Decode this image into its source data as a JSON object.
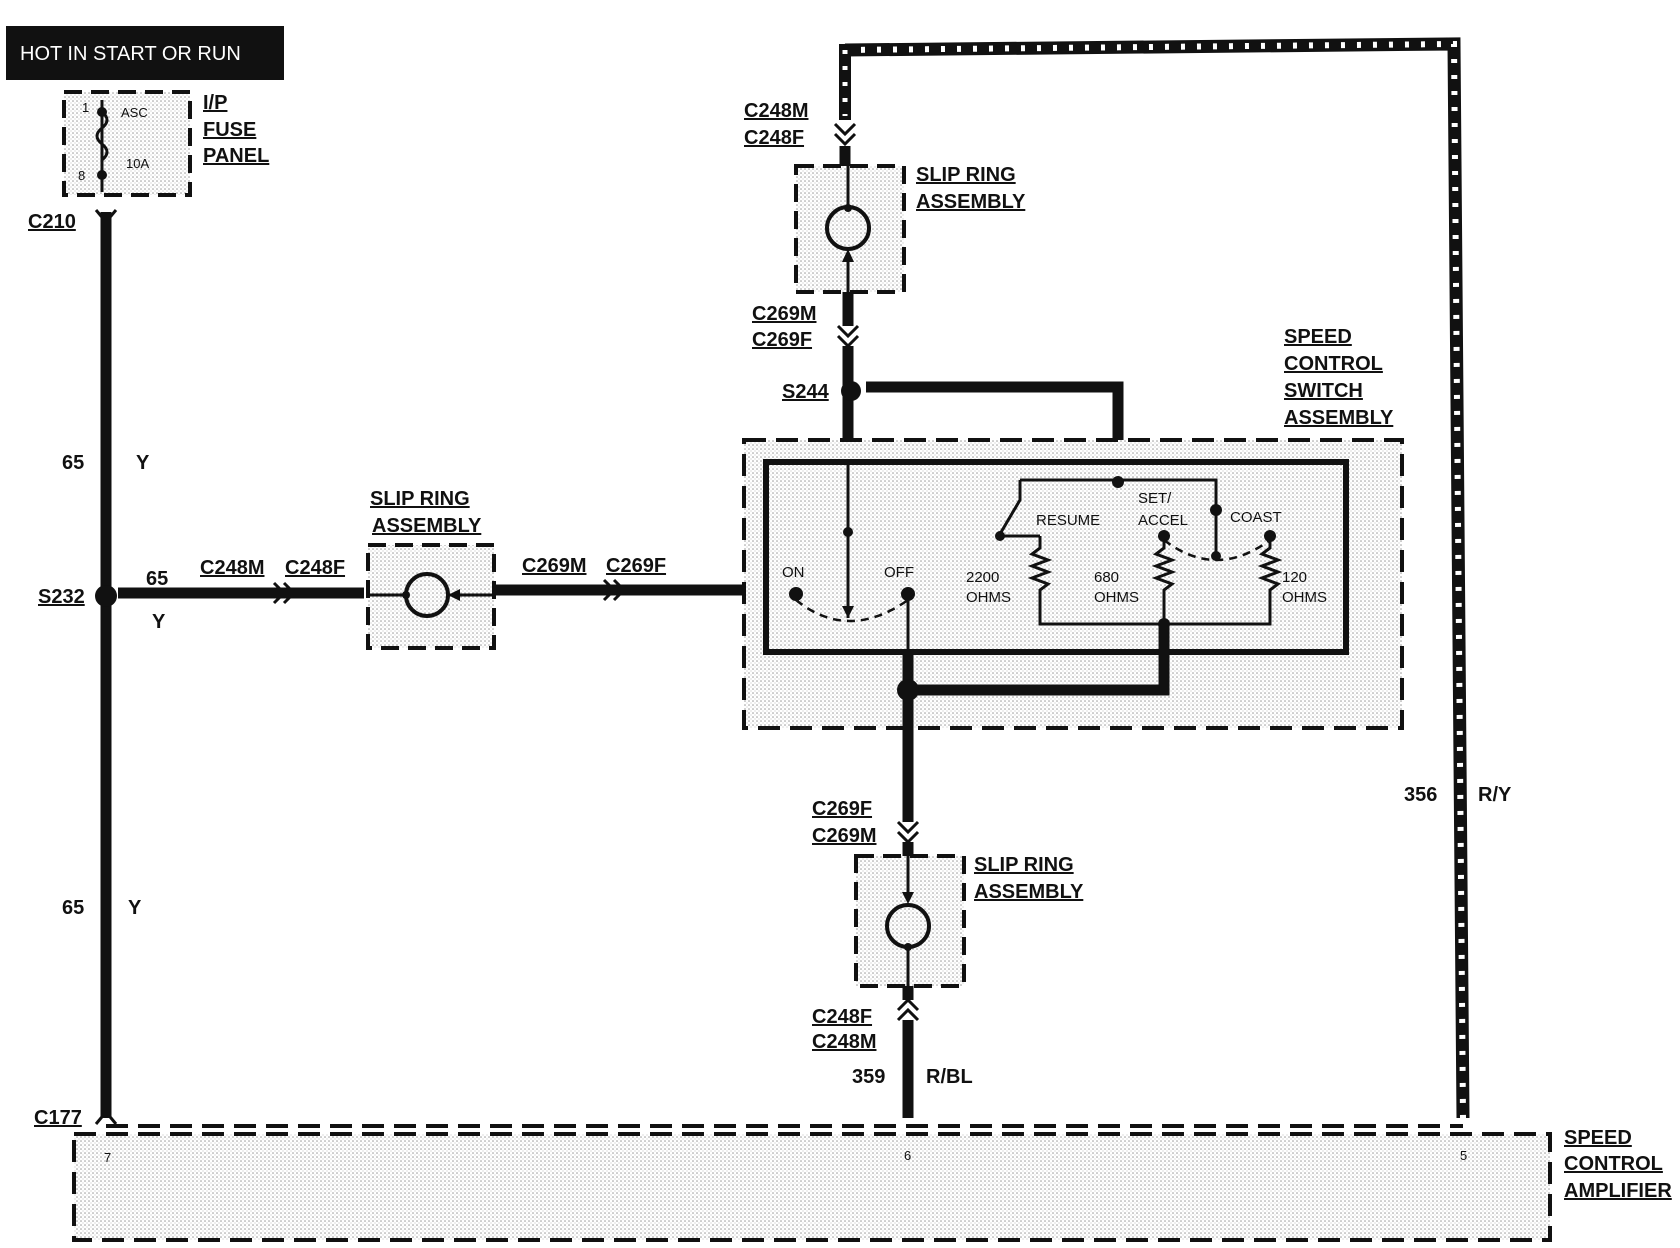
{
  "header": {
    "hot_label": "HOT IN START OR RUN"
  },
  "fuse_panel": {
    "title_lines": [
      "I/P",
      "FUSE",
      "PANEL"
    ],
    "pin_top": "1",
    "pin_bottom": "8",
    "fuse_name": "ASC",
    "fuse_rating": "10A"
  },
  "connectors": {
    "c210": "C210",
    "s232": "S232",
    "c177": "C177",
    "s244": "S244",
    "top_c248m": "C248M",
    "top_c248f": "C248F",
    "top_c269m": "C269M",
    "top_c269f": "C269F",
    "mid_c248m": "C248M",
    "mid_c248f": "C248F",
    "mid_c269m": "C269M",
    "mid_c269f": "C269F",
    "bot_c269f": "C269F",
    "bot_c269m": "C269M",
    "bot_c248f": "C248F",
    "bot_c248m": "C248M"
  },
  "wires": {
    "w65_upper_num": "65",
    "w65_upper_color": "Y",
    "w65_branch_num": "65",
    "w65_branch_color": "Y",
    "w65_lower_num": "65",
    "w65_lower_color": "Y",
    "w356_num": "356",
    "w356_color": "R/Y",
    "w359_num": "359",
    "w359_color": "R/BL"
  },
  "slip_ring": {
    "top_lines": [
      "SLIP RING",
      "ASSEMBLY"
    ],
    "mid_lines": [
      "SLIP RING",
      "ASSEMBLY"
    ],
    "bottom_lines": [
      "SLIP RING",
      "ASSEMBLY"
    ]
  },
  "switch_assembly": {
    "title_lines": [
      "SPEED",
      "CONTROL",
      "SWITCH",
      "ASSEMBLY"
    ],
    "on": "ON",
    "off": "OFF",
    "resume": "RESUME",
    "set_accel_lines": [
      "SET/",
      "ACCEL"
    ],
    "coast": "COAST",
    "r1_lines": [
      "2200",
      "OHMS"
    ],
    "r2_lines": [
      "680",
      "OHMS"
    ],
    "r3_lines": [
      "120",
      "OHMS"
    ]
  },
  "amplifier": {
    "title_lines": [
      "SPEED",
      "CONTROL",
      "AMPLIFIER"
    ],
    "pin7": "7",
    "pin6": "6",
    "pin5": "5"
  }
}
